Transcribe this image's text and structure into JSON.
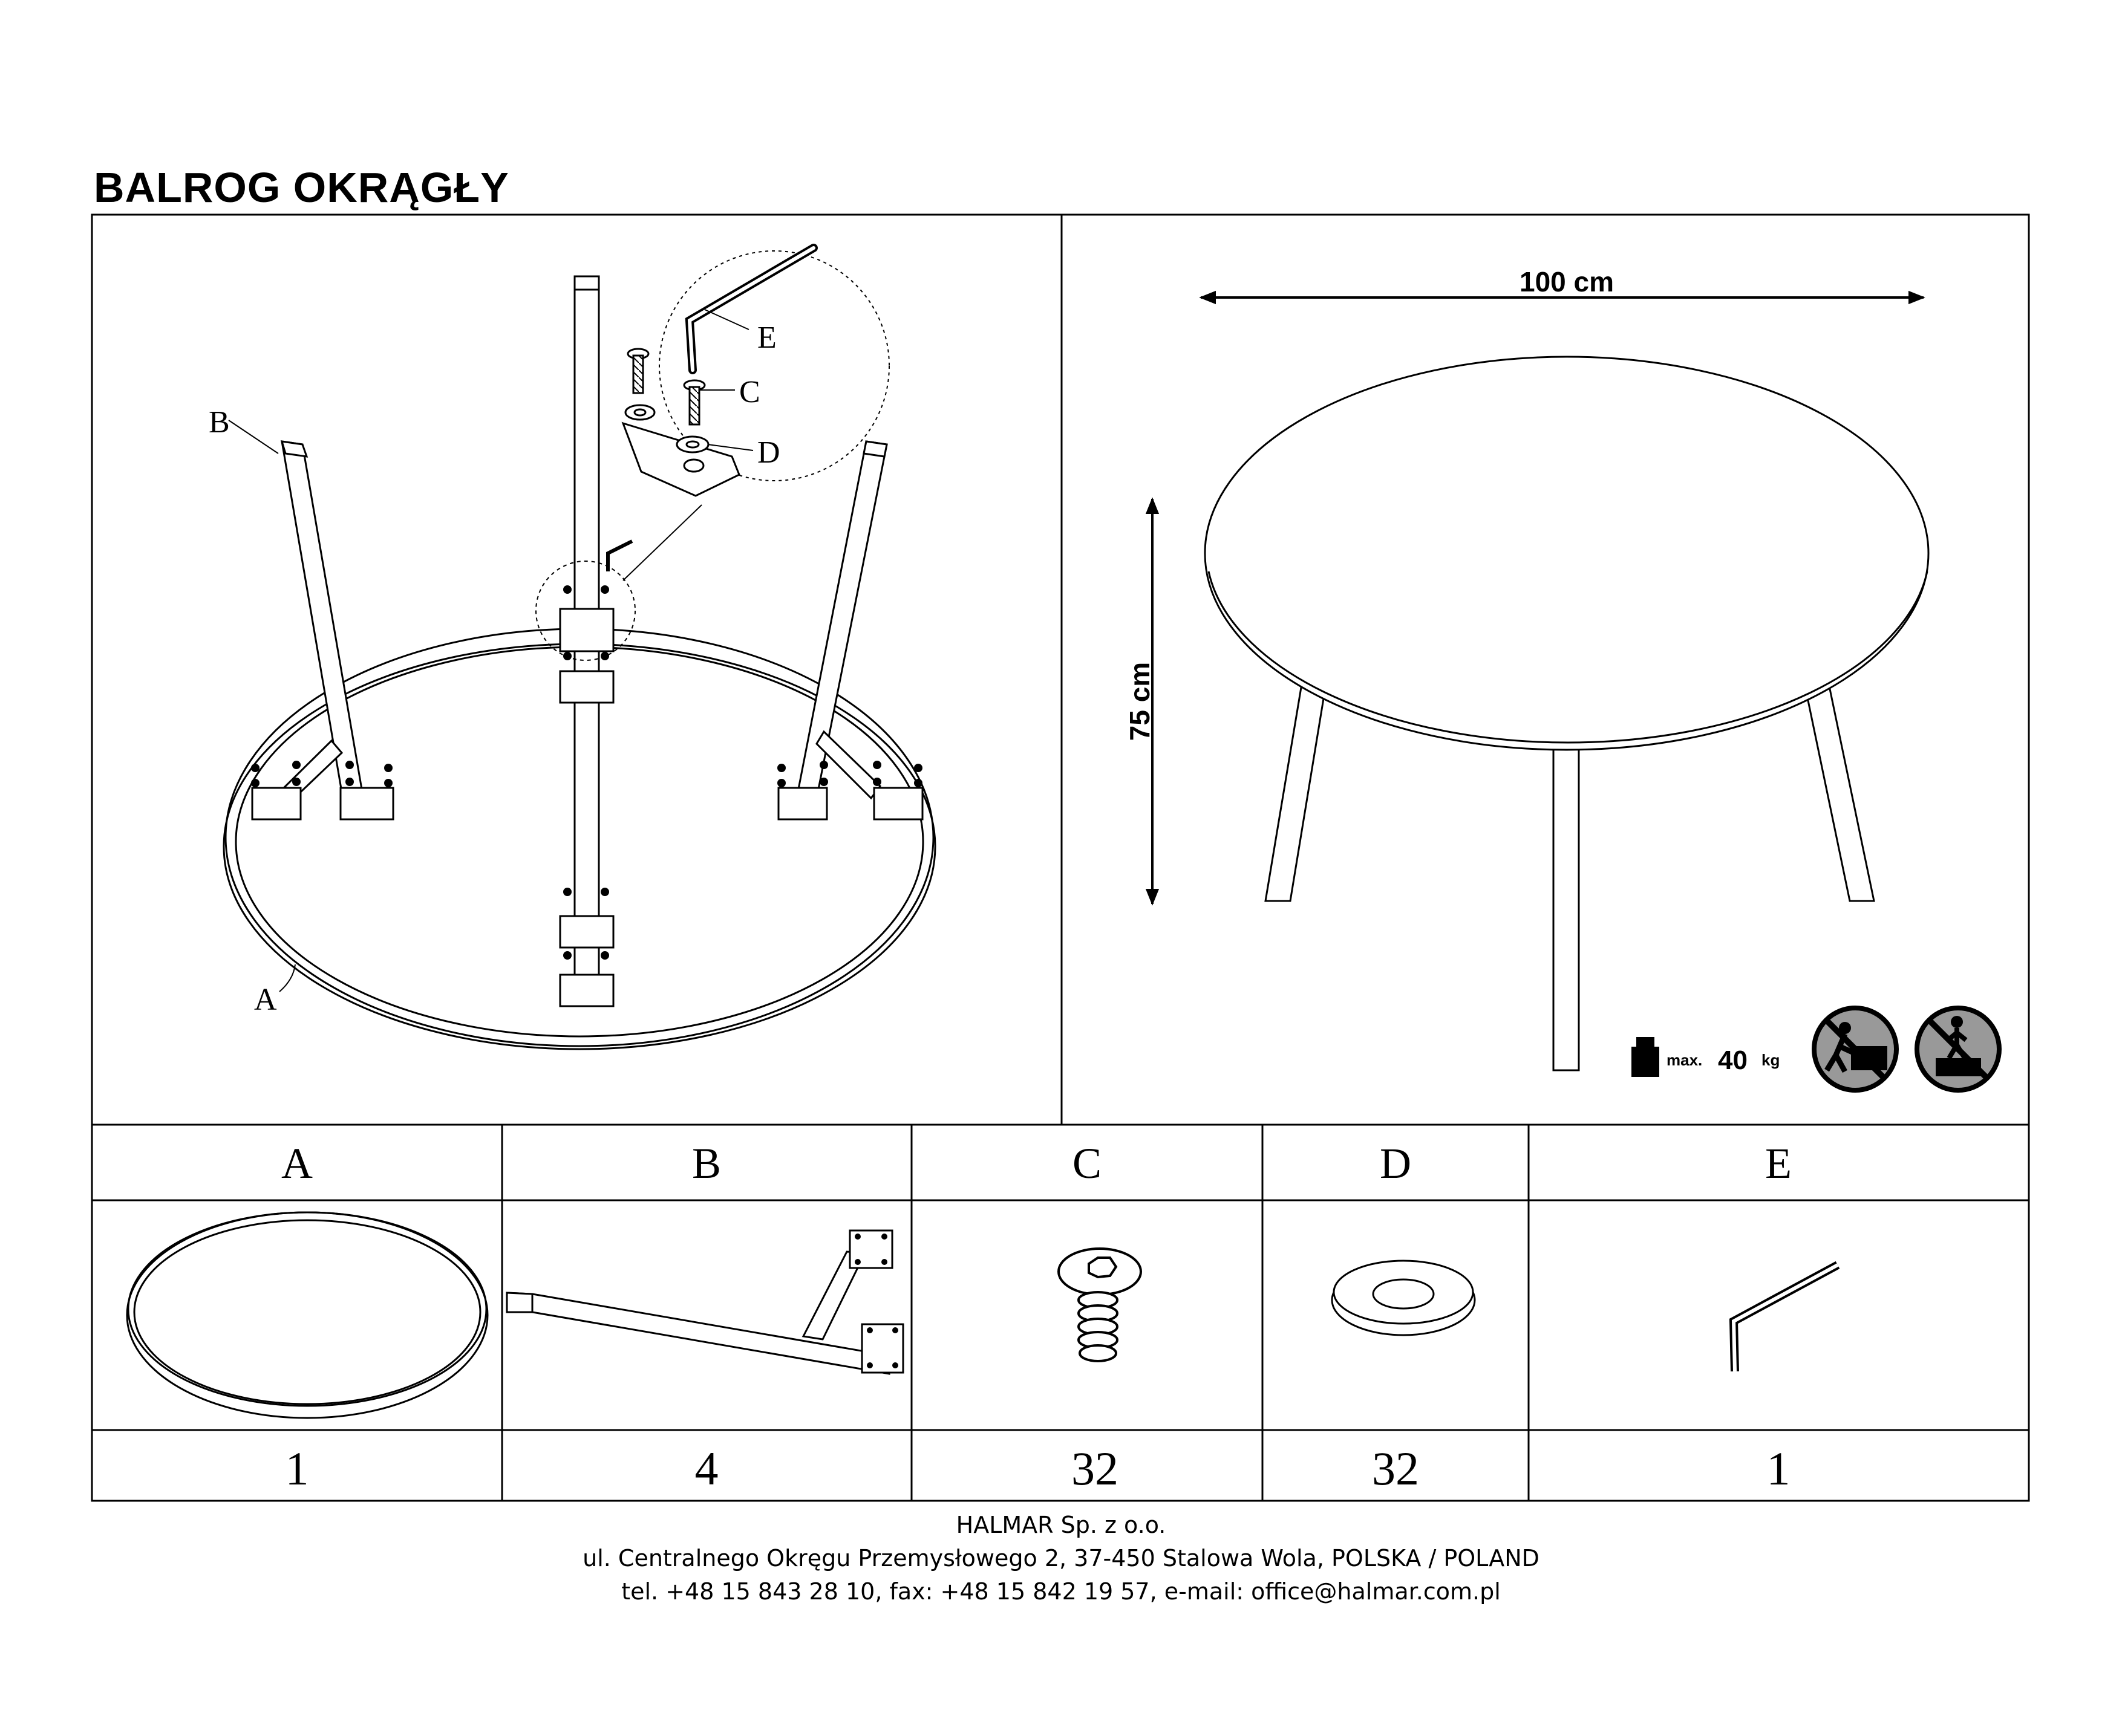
{
  "title": "BALROG OKRĄGŁY",
  "callouts": {
    "a": "A",
    "b": "B",
    "c": "C",
    "d": "D",
    "e": "E"
  },
  "dimensions": {
    "width": "100 cm",
    "height": "75 cm"
  },
  "load": {
    "prefix": "max.",
    "value": "40",
    "unit": "kg"
  },
  "warning_icons": [
    "no-climbing-icon",
    "no-standing-icon"
  ],
  "parts_table": {
    "headers": [
      "A",
      "B",
      "C",
      "D",
      "E"
    ],
    "quantities": [
      "1",
      "4",
      "32",
      "32",
      "1"
    ]
  },
  "footer": {
    "company": "HALMAR Sp. z o.o.",
    "address": "ul. Centralnego Okręgu Przemysłowego 2, 37-450 Stalowa Wola, POLSKA / POLAND",
    "contact": "tel. +48 15 843 28 10, fax: +48 15 842 19 57, e-mail: office@halmar.com.pl"
  }
}
